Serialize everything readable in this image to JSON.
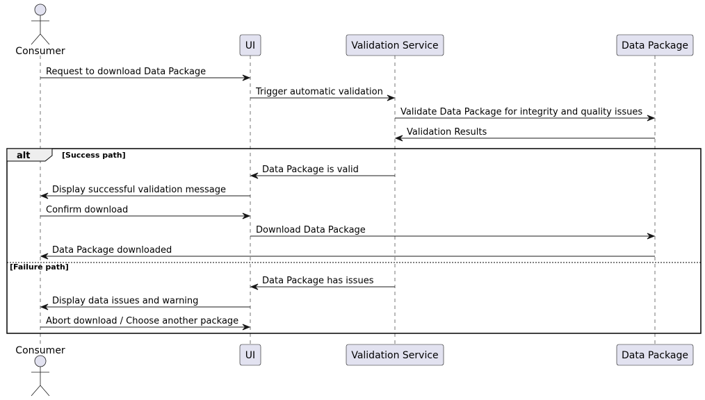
{
  "participants": [
    {
      "id": "consumer",
      "label": "Consumer",
      "kind": "actor"
    },
    {
      "id": "ui",
      "label": "UI",
      "kind": "participant"
    },
    {
      "id": "validation",
      "label": "Validation Service",
      "kind": "participant"
    },
    {
      "id": "package",
      "label": "Data Package",
      "kind": "participant"
    }
  ],
  "messages": [
    {
      "from": "consumer",
      "to": "ui",
      "label": "Request to download Data Package"
    },
    {
      "from": "ui",
      "to": "validation",
      "label": "Trigger automatic validation"
    },
    {
      "from": "validation",
      "to": "package",
      "label": "Validate Data Package for integrity and quality issues"
    },
    {
      "from": "package",
      "to": "validation",
      "label": "Validation Results"
    },
    {
      "from": "validation",
      "to": "ui",
      "label": "Data Package is valid"
    },
    {
      "from": "ui",
      "to": "consumer",
      "label": "Display successful validation message"
    },
    {
      "from": "consumer",
      "to": "ui",
      "label": "Confirm download"
    },
    {
      "from": "ui",
      "to": "package",
      "label": "Download Data Package"
    },
    {
      "from": "package",
      "to": "consumer",
      "label": "Data Package downloaded"
    },
    {
      "from": "validation",
      "to": "ui",
      "label": "Data Package has issues"
    },
    {
      "from": "ui",
      "to": "consumer",
      "label": "Display data issues and warning"
    },
    {
      "from": "consumer",
      "to": "ui",
      "label": "Abort download / Choose another package"
    }
  ],
  "fragment": {
    "operator": "alt",
    "success_guard": "[Success path]",
    "failure_guard": "[Failure path]"
  },
  "colors": {
    "participant_fill": "#e2e2f0",
    "participant_stroke": "#181818",
    "line": "#181818",
    "lifeline": "#181818",
    "fragment_tab_fill": "#eeeeee",
    "background": "#ffffff"
  }
}
